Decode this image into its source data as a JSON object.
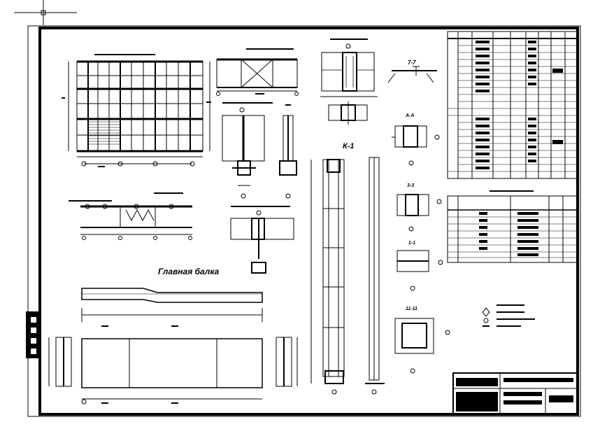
{
  "drawing": {
    "title_main_beam": "Главная балка",
    "column_mark": "К-1",
    "section_7_7": "7-7",
    "section_a_a": "А-А",
    "section_3_3": "3-3",
    "section_1_1": "1-1",
    "section_11_11": "11-11"
  },
  "colors": {
    "ink": "#000000",
    "paper": "#ffffff"
  }
}
